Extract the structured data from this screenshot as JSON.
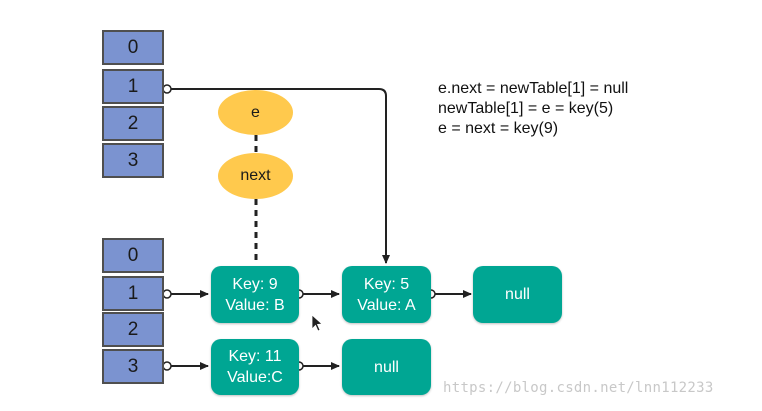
{
  "old_table": {
    "cells": [
      "0",
      "1",
      "2",
      "3"
    ]
  },
  "new_table": {
    "cells": [
      "0",
      "1",
      "2",
      "3"
    ]
  },
  "pointers": {
    "e": "e",
    "next": "next"
  },
  "nodes": {
    "key9": {
      "key": "Key: 9",
      "value": "Value: B"
    },
    "key5": {
      "key": "Key: 5",
      "value": "Value: A"
    },
    "key11": {
      "key": "Key: 11",
      "value": "Value:C"
    },
    "null_row1": "null",
    "null_row3": "null"
  },
  "notes": [
    "e.next = newTable[1] = null",
    "newTable[1] = e = key(5)",
    "e = next = key(9)"
  ],
  "watermark": "https://blog.csdn.net/lnn112233",
  "colors": {
    "table_cell": "#7b93d0",
    "node": "#00a693",
    "pointer": "#ffc94d"
  }
}
